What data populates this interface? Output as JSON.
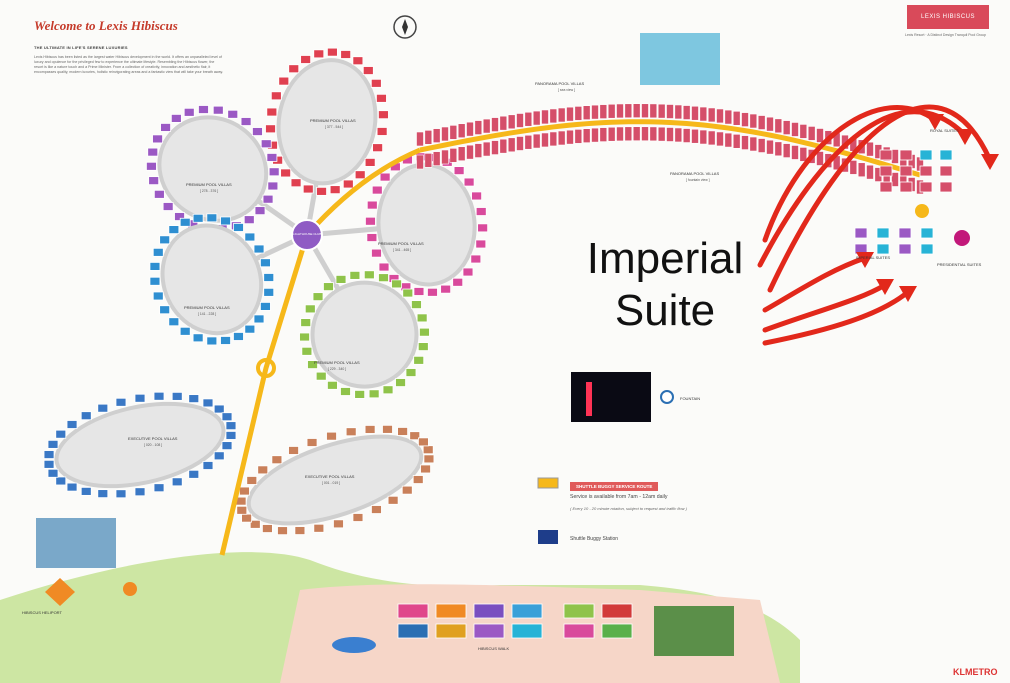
{
  "header": {
    "welcome": "Welcome to Lexis Hibiscus",
    "intro_heading": "THE ULTIMATE IN LIFE'S SERENE LUXURIES",
    "intro_body": "Lexis Hibiscus has been listed as the largest water Hibiscus development in the world. It offers an unparalleled level of luxury and opulence for the privileged few to experience the ultimate lifestyle. Resembling the Hibiscus flower, the resort is like a nature touch and a Prime Minister. From a collection of creativity, innovation and aesthetic flair, it encompasses quality, modern luxuries, holistic reinvigorating areas and a fantastic view that will take your breath away."
  },
  "logo": {
    "text": "LEXIS HIBISCUS",
    "subtitle": "Lexis Resort · A Distinct Design Tranquil Pool Group"
  },
  "annotation": {
    "line1": "Imperial",
    "line2": "Suite"
  },
  "zones": {
    "premium_top": {
      "name": "PREMIUM POOL VILLAS",
      "range": "[ 377 - 544 ]"
    },
    "premium_left": {
      "name": "PREMIUM POOL VILLAS",
      "range": "[ 278 - 376 ]"
    },
    "premium_right": {
      "name": "PREMIUM POOL VILLAS",
      "range": "[ 341 - 465 ]"
    },
    "premium_lower_left": {
      "name": "PREMIUM POOL VILLAS",
      "range": "[ 141 - 228 ]"
    },
    "premium_bottom": {
      "name": "PREMIUM POOL VILLAS",
      "range": "[ 229 - 340 ]"
    },
    "executive_left": {
      "name": "EXECUTIVE POOL VILLAS",
      "range": "[ 020 - 108 ]"
    },
    "executive_right": {
      "name": "EXECUTIVE POOL VILLAS",
      "range": "[ 001 - 019 ]"
    },
    "panorama_top": {
      "name": "PANORAMA POOL VILLAS",
      "range": "[ sea view ]"
    },
    "panorama_right": {
      "name": "PANORAMA POOL VILLAS",
      "range": "[ fountain view ]"
    },
    "royal": "ROYAL SUITES",
    "presidential": "PRESIDENTIAL SUITES",
    "imperial_small": "IMPERIAL SUITES",
    "centre": "LIGHTHOUSE CLUB",
    "helipad": "HIBISCUS HELIPORT",
    "walk": "HIBISCUS WALK"
  },
  "legend": {
    "route": "SHUTTLE BUGGY SERVICE ROUTE",
    "service": "Service is available from 7am - 12am daily",
    "note": "( Every 10 - 20 minute rotation, subject to request and traffic flow )",
    "station": "Shuttle Buggy Station",
    "fountain": "FOUNTAIN"
  },
  "footer": {
    "brand": "KLMETRO"
  },
  "colors": {
    "red": "#e04050",
    "purple": "#9b59c4",
    "pink": "#d94a9c",
    "blue": "#2f8fd1",
    "green": "#8fc34a",
    "executive_blue": "#3a78c5",
    "brown": "#c9805a",
    "panorama": "#d54f6a",
    "route": "#f6b81a",
    "arrow": "#e2281b",
    "cyan": "#27b3d6"
  }
}
